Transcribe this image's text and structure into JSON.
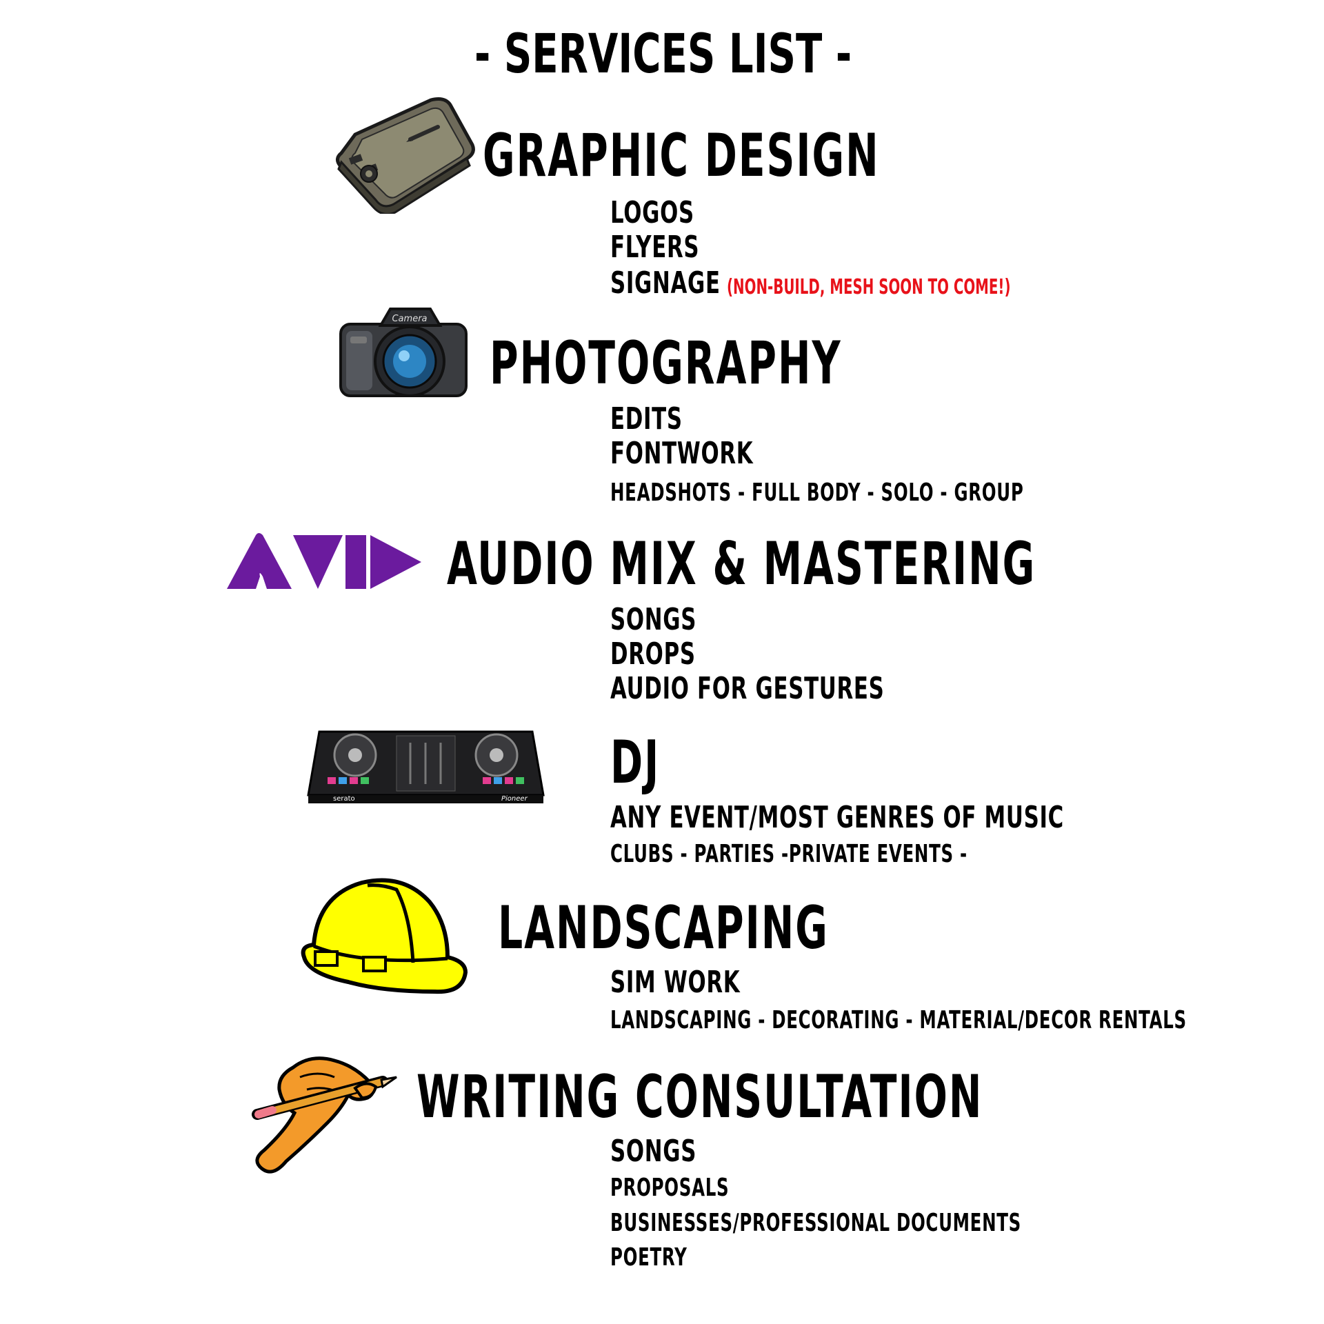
{
  "title": "- SERVICES LIST -",
  "colors": {
    "note": "#e8121a",
    "avid": "#6b1b9e",
    "hardhat": "#ffff00"
  },
  "sections": [
    {
      "heading": "GRAPHIC DESIGN",
      "icon": "drawing-tablet-icon",
      "items": [
        "LOGOS",
        "FLYERS",
        "SIGNAGE"
      ],
      "note": "(NON-BUILD, MESH SOON TO COME!)"
    },
    {
      "heading": "PHOTOGRAPHY",
      "icon": "camera-icon",
      "camera_label": "Camera",
      "items": [
        "EDITS",
        "FONTWORK",
        "HEADSHOTS - FULL BODY - SOLO - GROUP"
      ]
    },
    {
      "heading": "AUDIO MIX & MASTERING",
      "icon": "avid-logo-icon",
      "items": [
        "SONGS",
        "DROPS",
        "AUDIO FOR GESTURES"
      ]
    },
    {
      "heading": "DJ",
      "icon": "dj-controller-icon",
      "controller_labels": [
        "serato",
        "Pioneer"
      ],
      "items": [
        "ANY EVENT/MOST GENRES OF MUSIC",
        "CLUBS - PARTIES -PRIVATE EVENTS -"
      ]
    },
    {
      "heading": "LANDSCAPING",
      "icon": "hard-hat-icon",
      "items": [
        "SIM WORK",
        "LANDSCAPING - DECORATING - MATERIAL/DECOR RENTALS"
      ]
    },
    {
      "heading": "WRITING CONSULTATION",
      "icon": "writing-hand-icon",
      "items": [
        "SONGS",
        "PROPOSALS",
        "BUSINESSES/PROFESSIONAL DOCUMENTS",
        "POETRY"
      ]
    }
  ]
}
